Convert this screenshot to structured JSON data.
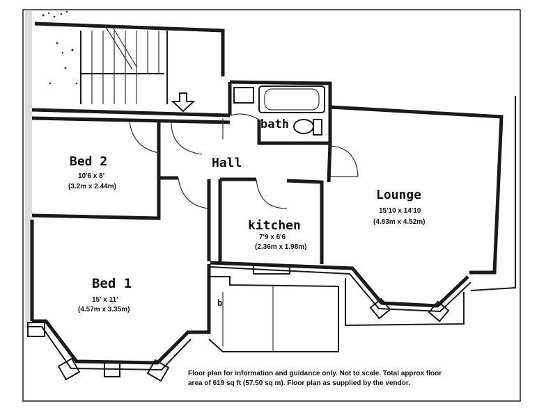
{
  "rooms": {
    "bed2": {
      "name": "Bed 2",
      "dim_imperial": "10'6 x 8'",
      "dim_metric": "(3.2m x 2.44m)"
    },
    "hall": {
      "name": "Hall"
    },
    "bath": {
      "name": "bath"
    },
    "lounge": {
      "name": "Lounge",
      "dim_imperial": "15'10 x 14'10",
      "dim_metric": "(4.83m x 4.52m)"
    },
    "kitchen": {
      "name": "kitchen",
      "dim_imperial": "7'9 x 6'6",
      "dim_metric": "(2.36m x 1.98m)"
    },
    "bed1": {
      "name": "Bed 1",
      "dim_imperial": "15' x 11'",
      "dim_metric": "(4.57m x 3.35m)"
    }
  },
  "small_label": "b",
  "disclaimer": {
    "line1": "Floor plan for information and guidance only.  Not to scale.  Total approx floor",
    "line2": "area of 619 sq ft (57.50 sq m).  Floor plan as supplied by the vendor."
  }
}
